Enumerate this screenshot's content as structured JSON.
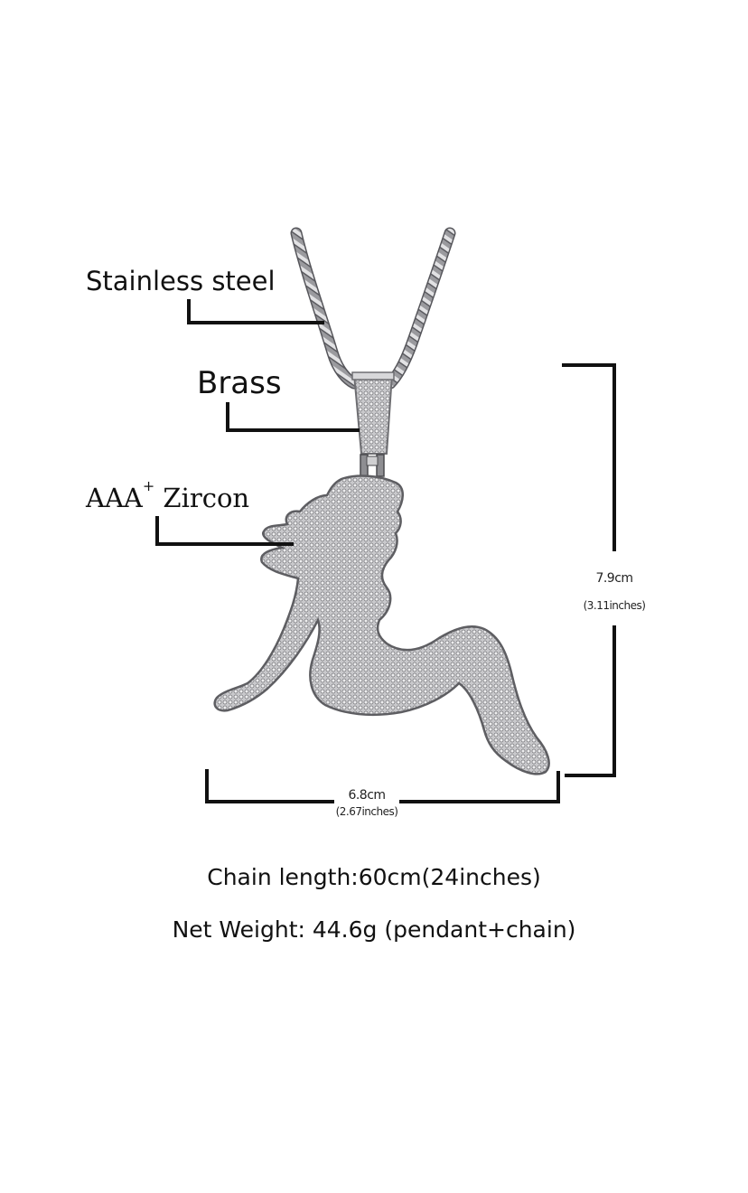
{
  "callouts": {
    "chain_material": "Stainless steel",
    "bail_material": "Brass",
    "stone_grade": "AAA",
    "stone_grade_sup": "+",
    "stone_type": "Zircon"
  },
  "dimensions": {
    "height_cm": "7.9cm",
    "height_in": "(3.11inches)",
    "width_cm": "6.8cm",
    "width_in": "(2.67inches)"
  },
  "specs": {
    "chain_length": "Chain length:60cm(24inches)",
    "net_weight": "Net Weight: 44.6g (pendant+chain)"
  },
  "colors": {
    "background": "#ffffff",
    "ink": "#111111",
    "metal": "#b9b9bb",
    "metal_dark": "#6e6e72"
  }
}
